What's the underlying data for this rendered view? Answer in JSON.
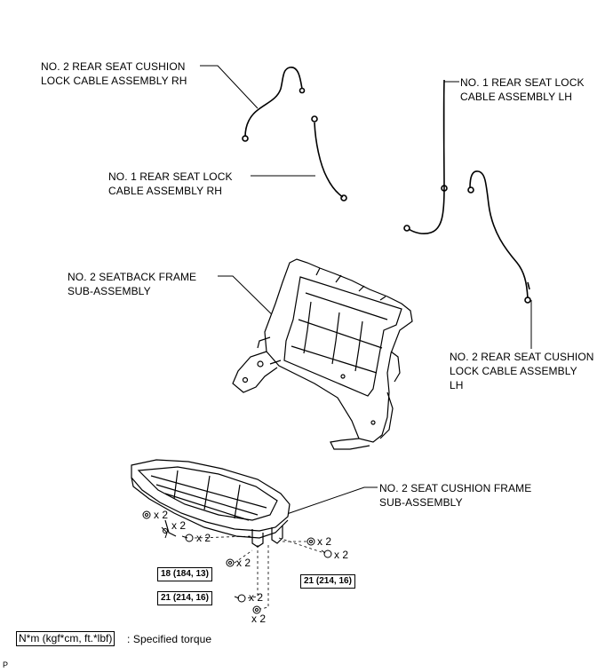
{
  "labels": {
    "no2_rear_cushion_cable_rh": "NO. 2 REAR SEAT CUSHION\nLOCK CABLE ASSEMBLY RH",
    "no1_rear_lock_cable_lh": "NO. 1 REAR SEAT LOCK\nCABLE ASSEMBLY LH",
    "no1_rear_lock_cable_rh": "NO. 1 REAR SEAT LOCK\nCABLE ASSEMBLY RH",
    "no2_seatback_frame": "NO. 2 SEATBACK FRAME\nSUB-ASSEMBLY",
    "no2_rear_cushion_cable_lh": "NO. 2 REAR SEAT CUSHION\nLOCK CABLE ASSEMBLY\nLH",
    "no2_seat_cushion_frame": "NO. 2 SEAT CUSHION FRAME\nSUB-ASSEMBLY"
  },
  "quantities": {
    "q1": "x 2",
    "q2": "x 2",
    "q3": "x 2",
    "q4": "x 2",
    "q5": "x 2",
    "q6": "x 2",
    "q7": "x 2",
    "q8": "x 2"
  },
  "torques": {
    "t1": "18 (184, 13)",
    "t2": "21 (214, 16)",
    "t3": "21 (214, 16)"
  },
  "legend": {
    "box": "N*m (kgf*cm, ft.*lbf)",
    "text": ": Specified torque"
  },
  "corner_mark": "P"
}
